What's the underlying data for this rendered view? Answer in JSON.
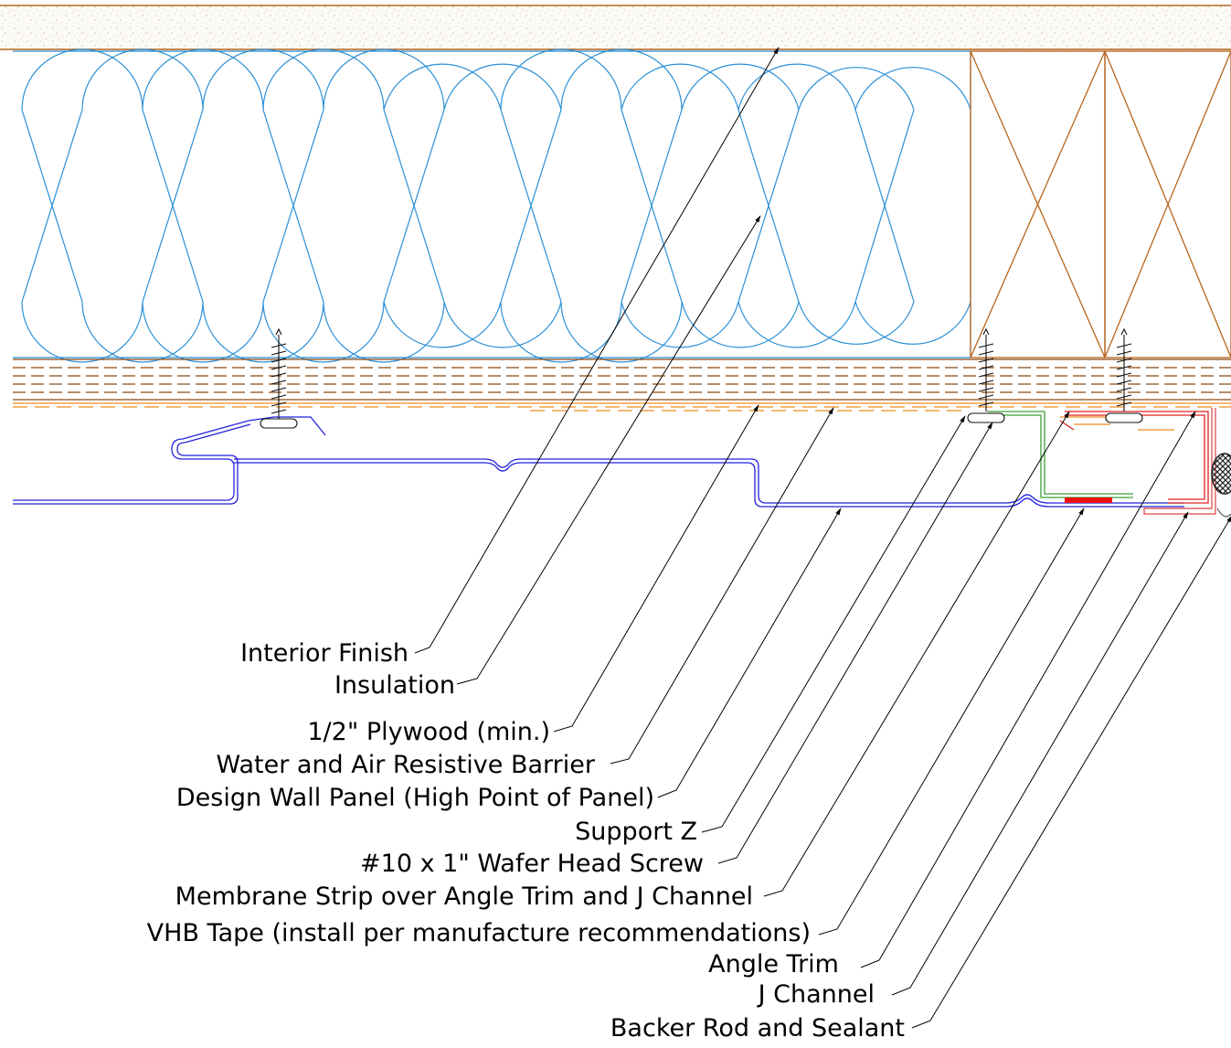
{
  "callouts": [
    {
      "id": "interior-finish",
      "label": "Interior Finish"
    },
    {
      "id": "insulation",
      "label": "Insulation"
    },
    {
      "id": "plywood",
      "label": "1/2\" Plywood (min.)"
    },
    {
      "id": "wrb",
      "label": "Water and Air Resistive Barrier"
    },
    {
      "id": "design-wall-panel",
      "label": "Design Wall Panel (High Point of Panel)"
    },
    {
      "id": "support-z",
      "label": "Support Z"
    },
    {
      "id": "screw",
      "label": "#10 x 1\" Wafer Head Screw"
    },
    {
      "id": "membrane-strip",
      "label": "Membrane Strip over Angle Trim and J Channel"
    },
    {
      "id": "vhb-tape",
      "label": "VHB Tape (install per manufacture recommendations)"
    },
    {
      "id": "angle-trim",
      "label": "Angle Trim"
    },
    {
      "id": "j-channel",
      "label": "J Channel"
    },
    {
      "id": "backer-rod",
      "label": "Backer Rod and Sealant"
    }
  ],
  "colors": {
    "insulation": "#2a8fd6",
    "framing": "#b5651d",
    "plywood": "#8a4a14",
    "wrb": "#f08a1e",
    "wall-panel": "#2222dd",
    "support-z": "#3aa03a",
    "angle-trim": "#e02020",
    "vhb-tape": "#ee1111",
    "leader": "#000000"
  }
}
